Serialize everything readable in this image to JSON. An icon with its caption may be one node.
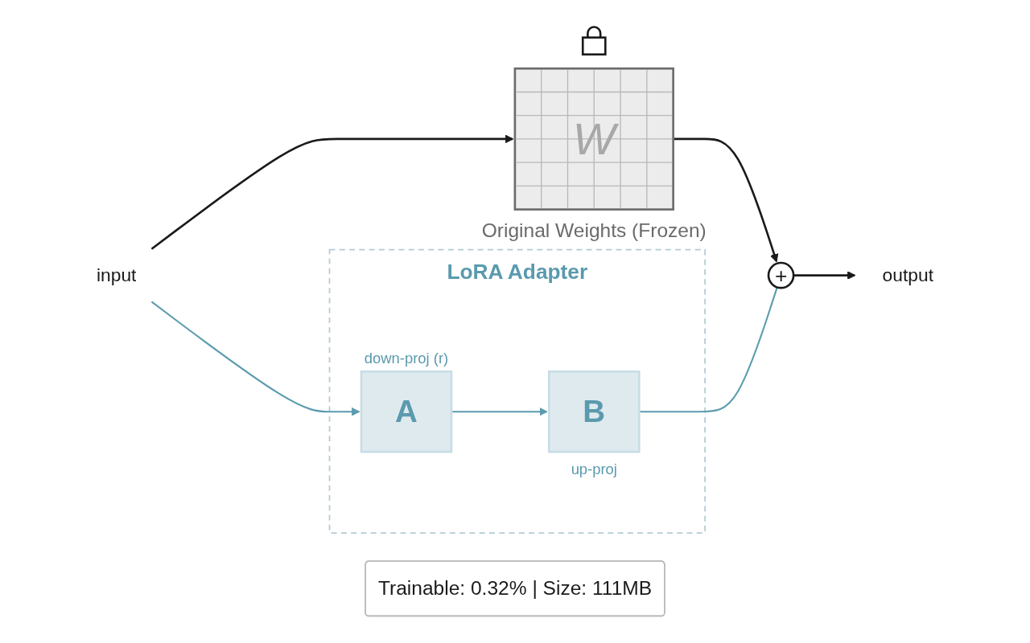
{
  "diagram": {
    "nodes": [
      {
        "text": [
          "input"
        ]
      },
      {
        "text": [
          "W"
        ],
        "beside": [
          "Original Weights (Frozen)"
        ]
      },
      {
        "text": [
          "LoRA Adapter"
        ]
      },
      {
        "text": [
          "A"
        ],
        "in": 2,
        "beside": [
          "down-proj (r)"
        ]
      },
      {
        "text": [
          "B"
        ],
        "in": 2,
        "beside": [
          "up-proj"
        ]
      },
      {
        "text": [
          "+"
        ]
      },
      {
        "text": [
          "output"
        ]
      },
      {
        "text": [
          "Trainable: 0.32% | Size: 111MB"
        ]
      }
    ],
    "edges": [
      {
        "from": 0,
        "to": 1,
        "arrow": "to"
      },
      {
        "from": 0,
        "to": 3,
        "arrow": "to",
        "color": "#5b9bae"
      },
      {
        "from": 1,
        "to": 5,
        "arrow": "to"
      },
      {
        "from": 3,
        "to": 4,
        "arrow": "to",
        "color": "#5b9bae"
      },
      {
        "from": 4,
        "to": 5,
        "arrow": "none",
        "color": "#5b9bae"
      },
      {
        "from": 5,
        "to": 6,
        "arrow": "to"
      }
    ]
  }
}
